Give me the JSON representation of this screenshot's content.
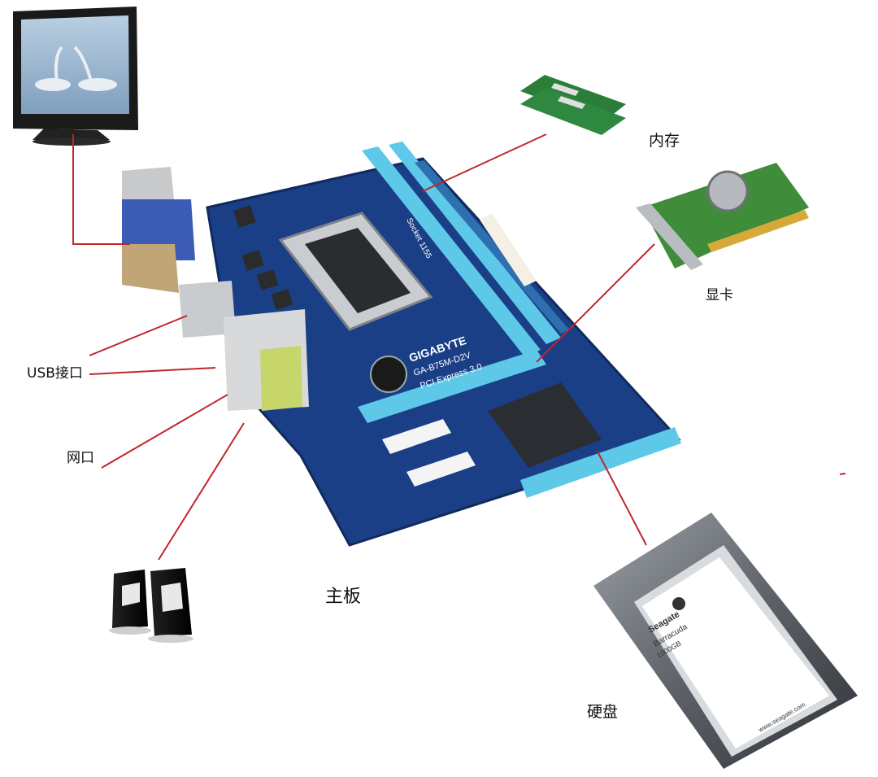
{
  "labels": {
    "memory": "内存",
    "gpu": "显卡",
    "usb": "USB接口",
    "network": "网口",
    "motherboard": "主板",
    "hdd": "硬盘"
  },
  "board": {
    "brand": "GIGABYTE",
    "model": "GA-B75M-D2V",
    "pcie": "PCI Express 3.0",
    "socket": "Socket 1155"
  },
  "hdd_label": {
    "brand": "Seagate",
    "line": "Barracuda",
    "capacity": "1000GB",
    "url": "www.seagate.com"
  },
  "colors": {
    "board": "#1b3f86",
    "slot": "#5ec8e8",
    "leader_line": "#c0262b"
  }
}
